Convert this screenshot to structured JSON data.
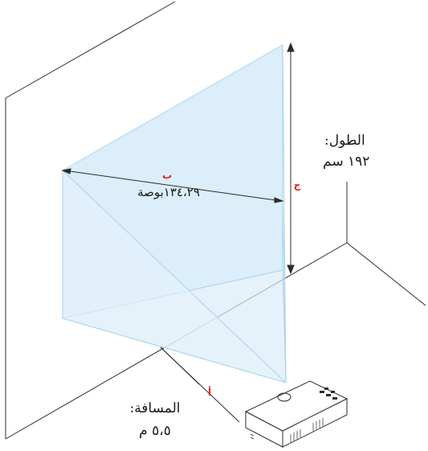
{
  "labels": {
    "screen_width_marker": "ب",
    "screen_width_value": "١٣٤،٢٩بوصة",
    "height_title": "الطول:",
    "height_value": "١٩٢ سم",
    "height_marker": "ج",
    "distance_title": "المسافة:",
    "distance_value": "٥،٥ م",
    "distance_marker": "أ"
  },
  "colors": {
    "line": "#2b2b2b",
    "projection_fill": "#cfe8f7",
    "projection_edge": "#a9d3ee",
    "marker": "#e0251b"
  },
  "icons": {
    "projector": "projector-icon",
    "brand": "dell-logo-icon"
  }
}
